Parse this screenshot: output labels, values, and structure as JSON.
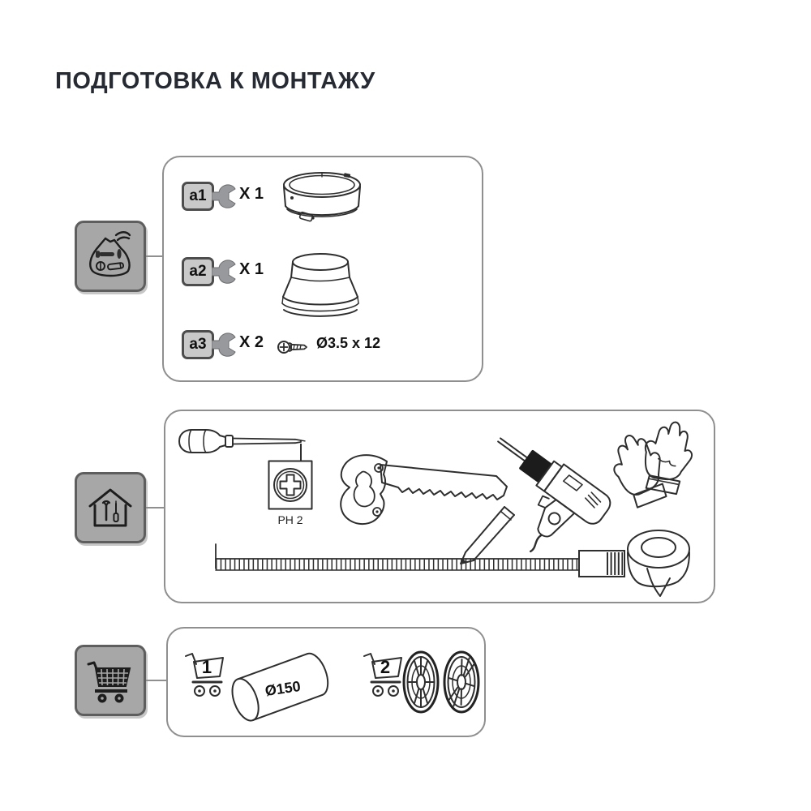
{
  "title": "ПОДГОТОВКА К МОНТАЖУ",
  "colors": {
    "panel_border": "#8f8f8f",
    "tile_fill": "#a7a7a7",
    "tile_border": "#5e5e5e",
    "tag_fill": "#c9c9c9",
    "line_art": "#2e2e2e",
    "title_text": "#262a33"
  },
  "sidebar_icons": [
    {
      "name": "hardware-bag-icon"
    },
    {
      "name": "home-tools-icon"
    },
    {
      "name": "shopping-cart-icon"
    }
  ],
  "parts": {
    "rows": [
      {
        "tag": "a1",
        "qty": "X 1",
        "item": "duct-connector-ring"
      },
      {
        "tag": "a2",
        "qty": "X 1",
        "item": "duct-reducer-adapter"
      },
      {
        "tag": "a3",
        "qty": "X 2",
        "item": "screw",
        "size": "Ø3.5 x 12"
      }
    ]
  },
  "tools": {
    "bit_label": "PH 2",
    "items": [
      "screwdriver",
      "ph2-bit",
      "hand-saw",
      "electric-drill",
      "gloves",
      "adhesive-tape",
      "pencil",
      "measuring-tape"
    ]
  },
  "shop": {
    "items": [
      {
        "qty": "1",
        "label": "Ø150",
        "item": "air-duct-pipe"
      },
      {
        "qty": "2",
        "item": "vent-grilles"
      }
    ]
  }
}
